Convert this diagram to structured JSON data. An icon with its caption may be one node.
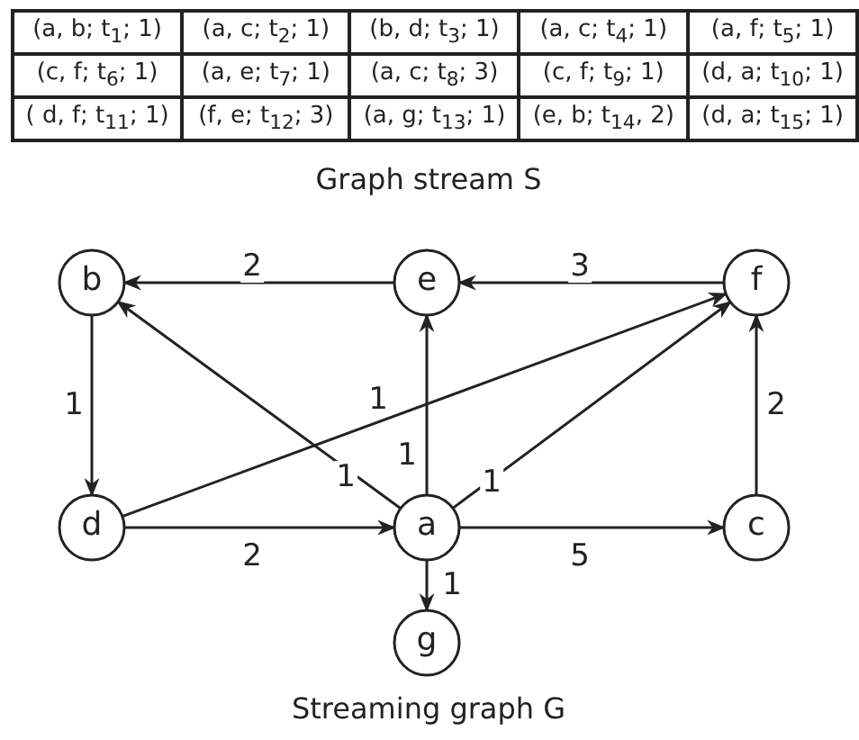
{
  "diagram": {
    "nodes": [
      {
        "text": [
          "b"
        ]
      },
      {
        "text": [
          "e"
        ]
      },
      {
        "text": [
          "f"
        ]
      },
      {
        "text": [
          "d"
        ]
      },
      {
        "text": [
          "a"
        ]
      },
      {
        "text": [
          "c"
        ]
      },
      {
        "text": [
          "g"
        ]
      }
    ],
    "edges": [
      {
        "from": 1,
        "to": 0,
        "arrow": "to",
        "label": "2"
      },
      {
        "from": 2,
        "to": 1,
        "arrow": "to",
        "label": "3"
      },
      {
        "from": 0,
        "to": 3,
        "arrow": "to",
        "label": "1"
      },
      {
        "from": 3,
        "to": 2,
        "arrow": "to",
        "label": "1"
      },
      {
        "from": 4,
        "to": 0,
        "arrow": "to",
        "label": "1"
      },
      {
        "from": 4,
        "to": 1,
        "arrow": "to",
        "label": "1"
      },
      {
        "from": 4,
        "to": 2,
        "arrow": "to",
        "label": "1"
      },
      {
        "from": 5,
        "to": 2,
        "arrow": "to",
        "label": "2"
      },
      {
        "from": 3,
        "to": 4,
        "arrow": "to",
        "label": "2"
      },
      {
        "from": 4,
        "to": 5,
        "arrow": "to",
        "label": "5"
      },
      {
        "from": 4,
        "to": 6,
        "arrow": "to",
        "label": "1"
      }
    ],
    "labels": [
      "(a, b; t$_{1}$; 1)",
      "(a, c; t$_{2}$; 1)",
      "(b, d; t$_{3}$; 1)",
      "(a, c; t$_{4}$; 1)",
      "(a, f; t$_{5}$; 1)",
      "(c, f; t$_{6}$; 1)",
      "(a, e; t$_{7}$; 1)",
      "(a, c; t$_{8}$; 3)",
      "(c, f; t$_{9}$; 1)",
      "(d, a; t$_{10}$; 1)",
      "( d, f; t$_{11}$; 1)",
      "(f, e; t$_{12}$; 3)",
      "(a, g; t$_{13}$; 1)",
      "(e, b; t$_{14}$, 2)",
      "(d, a; t$_{15}$; 1)",
      "Graph stream S",
      "Streaming graph G"
    ]
  }
}
